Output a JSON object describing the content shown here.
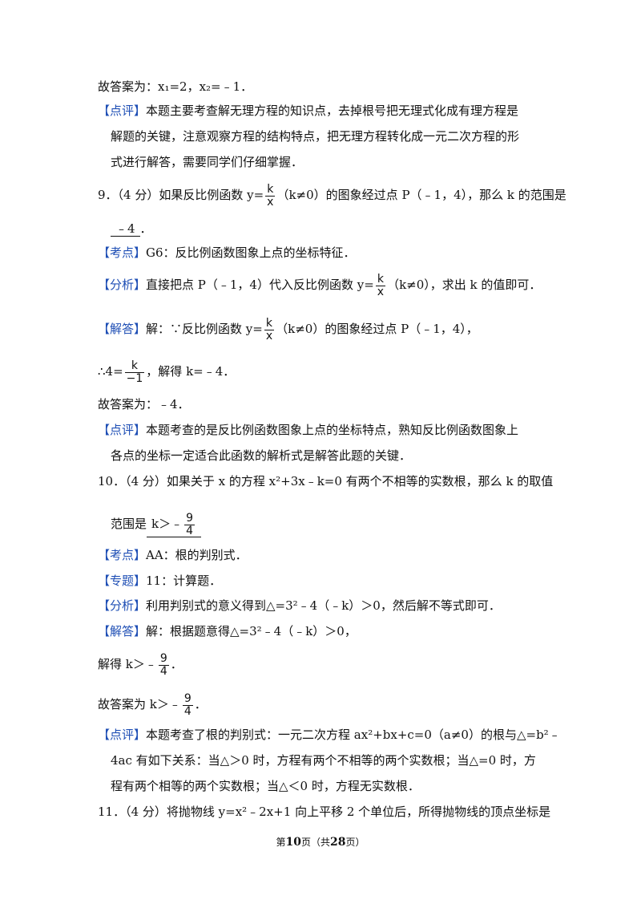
{
  "lines": {
    "l1": "故答案为：x₁=2，x₂=﹣1．",
    "l2_tag": "【点评】",
    "l2": "本题主要考查解无理方程的知识点，去掉根号把无理式化成有理方程是",
    "l3": "解题的关键，注意观察方程的结构特点，把无理方程转化成一元二次方程的形",
    "l4": "式进行解答，需要同学们仔细掌握．",
    "q9_a": "9．（4 分）如果反比例函数 y=",
    "q9_b": "（k≠0）的图象经过点 P（﹣1，4），那么 k 的范围是",
    "q9_ans": "﹣4",
    "q9_end": "．",
    "kd9_tag": "【考点】",
    "kd9": "G6：反比例函数图象上点的坐标特征．",
    "fx9_tag": "【分析】",
    "fx9_a": "直接把点 P（﹣1，4）代入反比例函数 y=",
    "fx9_b": "（k≠0），求出 k 的值即可．",
    "jd9_tag": "【解答】",
    "jd9_a": "解：∵反比例函数 y=",
    "jd9_b": "（k≠0）的图象经过点 P（﹣1，4），",
    "so9_a": "∴4=",
    "so9_b": "，解得 k=﹣4．",
    "ans9": "故答案为：﹣4．",
    "pp9_tag": "【点评】",
    "pp9_1": "本题考查的是反比例函数图象上点的坐标特点，熟知反比例函数图象上",
    "pp9_2": "各点的坐标一定适合此函数的解析式是解答此题的关键．",
    "q10_a": "10．（4 分）如果关于 x 的方程 x²+3x﹣k=0 有两个不相等的实数根，那么 k 的取值",
    "q10_b": "范围是",
    "q10_ans": "k＞﹣",
    "kd10_tag": "【考点】",
    "kd10": "AA：根的判别式．",
    "zt10_tag": "【专题】",
    "zt10": "11：计算题．",
    "fx10_tag": "【分析】",
    "fx10": "利用判别式的意义得到△=3²﹣4（﹣k）＞0，然后解不等式即可．",
    "jd10_tag": "【解答】",
    "jd10": "解：根据题意得△=3²﹣4（﹣k）＞0，",
    "sol10_a": "解得 k＞﹣",
    "sol10_end": "．",
    "ans10_a": "故答案为 k＞﹣",
    "ans10_end": "．",
    "pp10_tag": "【点评】",
    "pp10_1": "本题考查了根的判别式：一元二次方程 ax²+bx+c=0（a≠0）的根与△=b²﹣",
    "pp10_2": "4ac 有如下关系：当△＞0 时，方程有两个不相等的两个实数根；当△=0 时，方",
    "pp10_3": "程有两个相等的两个实数根；当△＜0 时，方程无实数根．",
    "q11": "11．（4 分）将抛物线 y=x²﹣2x+1 向上平移 2 个单位后，所得抛物线的顶点坐标是"
  },
  "fractions": {
    "k": "k",
    "x": "x",
    "neg1": "−1",
    "nine": "9",
    "four": "4"
  },
  "footer": {
    "pre": "第",
    "page": "10",
    "mid": "页（共",
    "total": "28",
    "post": "页）"
  }
}
